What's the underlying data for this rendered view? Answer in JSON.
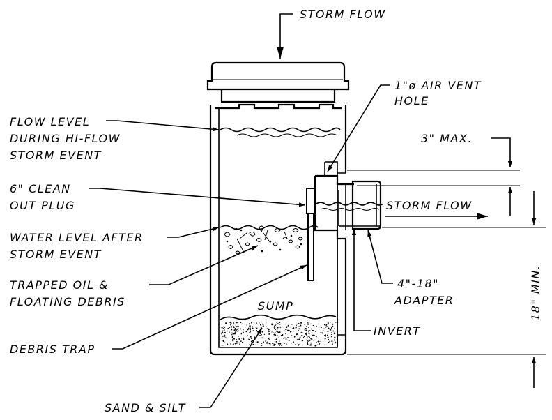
{
  "labels": {
    "storm_flow_top": "STORM FLOW",
    "air_vent_line1": "1\"ø AIR VENT",
    "air_vent_line2": "HOLE",
    "flow_level_line1": "FLOW LEVEL",
    "flow_level_line2": "DURING HI-FLOW",
    "flow_level_line3": "STORM EVENT",
    "max_3": "3\" MAX.",
    "clean_out_line1": "6\" CLEAN",
    "clean_out_line2": "OUT PLUG",
    "storm_flow_right": "STORM FLOW",
    "water_level_line1": "WATER LEVEL AFTER",
    "water_level_line2": "STORM EVENT",
    "trapped_oil_line1": "TRAPPED OIL &",
    "trapped_oil_line2": "FLOATING DEBRIS",
    "adapter_line1": "4\"-18\"",
    "adapter_line2": "ADAPTER",
    "min_18": "18\" MIN.",
    "sump": "SUMP",
    "invert": "INVERT",
    "debris_trap": "DEBRIS TRAP",
    "sand_silt": "SAND & SILT"
  }
}
